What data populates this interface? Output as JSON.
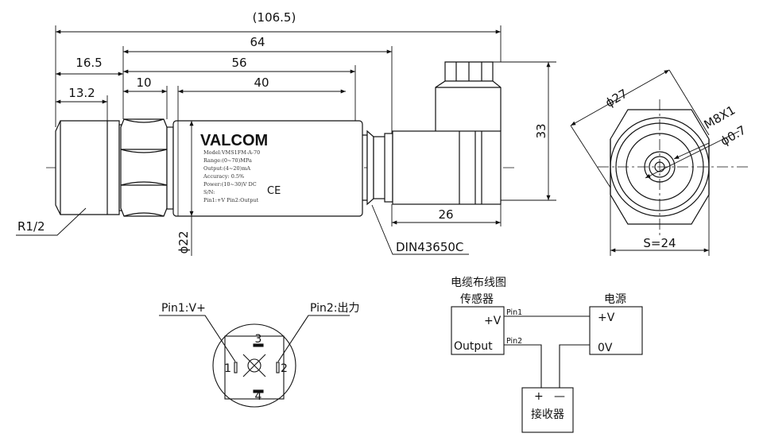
{
  "dimensions": {
    "overall": "(106.5)",
    "d64": "64",
    "d56": "56",
    "d16_5": "16.5",
    "d10": "10",
    "d40": "40",
    "d13_2": "13.2",
    "d33": "33",
    "d26": "26",
    "d22": "ϕ22",
    "d27": "ϕ27",
    "thread": "M8X1",
    "hole": "ϕ0.7",
    "hex": "S=24"
  },
  "callouts": {
    "pipe_thread": "R1/2",
    "connector": "DIN43650C"
  },
  "label_plate": {
    "brand": "VALCOM",
    "model": "Model:VMS1FM-A-70",
    "range": "Range:(0~70)MPa",
    "output": "Output:(4~20)mA",
    "accuracy": "Accuracy: 0.5%",
    "power": "Power:(10~30)V DC",
    "sn": "S/N:",
    "pins": "Pin1:+V   Pin2:Output",
    "ce": "CE"
  },
  "pin_diagram": {
    "pin1": "Pin1:V+",
    "pin2": "Pin2:出力",
    "n1": "1",
    "n2": "2",
    "n3": "3",
    "n4": "4"
  },
  "wiring": {
    "title": "电缆布线图",
    "sensor": "传感器",
    "power": "电源",
    "receiver": "接收器",
    "sensor_v": "+V",
    "sensor_out": "Output",
    "pin1": "Pin1",
    "pin2": "Pin2",
    "power_v": "+V",
    "power_0v": "0V",
    "plus": "+",
    "minus": "—"
  }
}
